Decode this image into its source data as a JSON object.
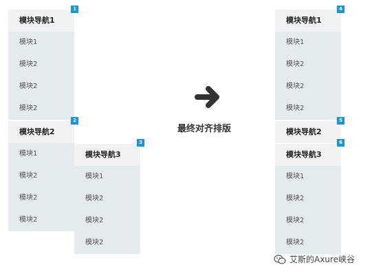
{
  "left": {
    "module1": {
      "header": "模块导航1",
      "badge": "1",
      "items": [
        "模块1",
        "模块2",
        "模块2",
        "模块2"
      ]
    },
    "module2": {
      "header": "模块导航2",
      "badge": "2",
      "items": [
        "模块1",
        "模块2",
        "模块2",
        "模块2"
      ]
    },
    "module3": {
      "header": "模块导航3",
      "badge": "3",
      "items": [
        "模块1",
        "模块2",
        "模块2",
        "模块2"
      ]
    }
  },
  "arrow_icon": "arrow-right-icon",
  "caption": "最终对齐排版",
  "right": {
    "module1": {
      "header": "模块导航1",
      "badge": "4",
      "items": [
        "模块1",
        "模块2",
        "模块2",
        "模块2"
      ]
    },
    "module2": {
      "header": "模块导航2",
      "badge": "5"
    },
    "module3": {
      "header": "模块导航3",
      "badge": "6",
      "items": [
        "模块1",
        "模块2",
        "模块2",
        "模块2"
      ]
    }
  },
  "watermark": {
    "icon": "wechat-icon",
    "text": "艾斯的Axure峡谷"
  },
  "colors": {
    "badge": "#1b95d3",
    "header_bg": "#f2f2f2",
    "item_bg": "#e4ebec",
    "arrow": "#333333"
  }
}
